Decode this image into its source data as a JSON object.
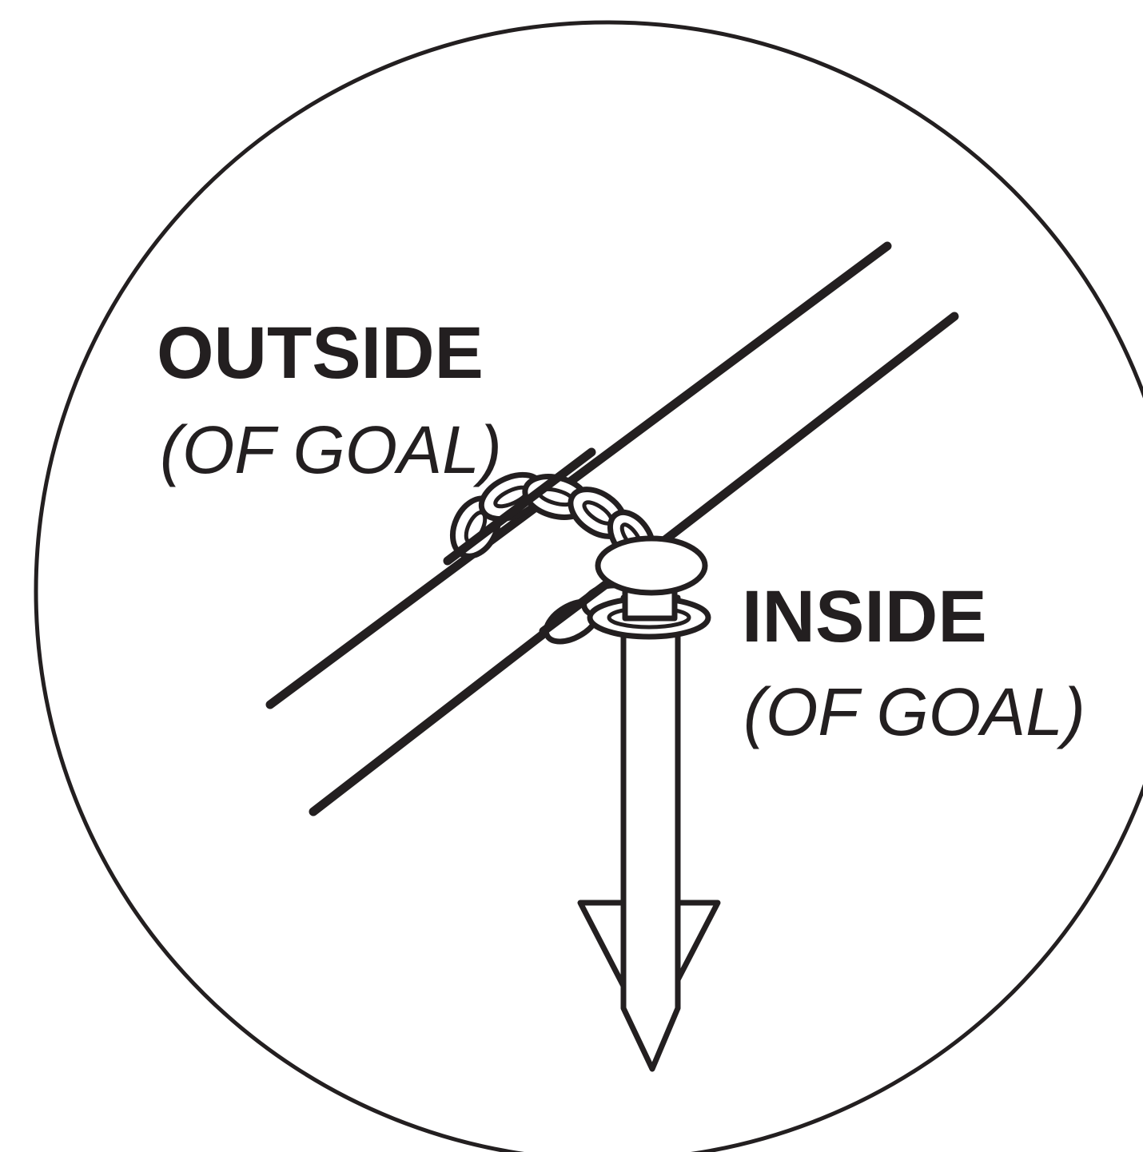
{
  "labels": {
    "outside_main": "OUTSIDE",
    "outside_sub": "(OF GOAL)",
    "inside_main": "INSIDE",
    "inside_sub": "(OF GOAL)"
  },
  "icons": {
    "goal_post": "goal-post-icon",
    "chain": "chain-icon",
    "ground_stake": "ground-stake-icon"
  },
  "colors": {
    "ink": "#231f20",
    "background": "#ffffff"
  }
}
